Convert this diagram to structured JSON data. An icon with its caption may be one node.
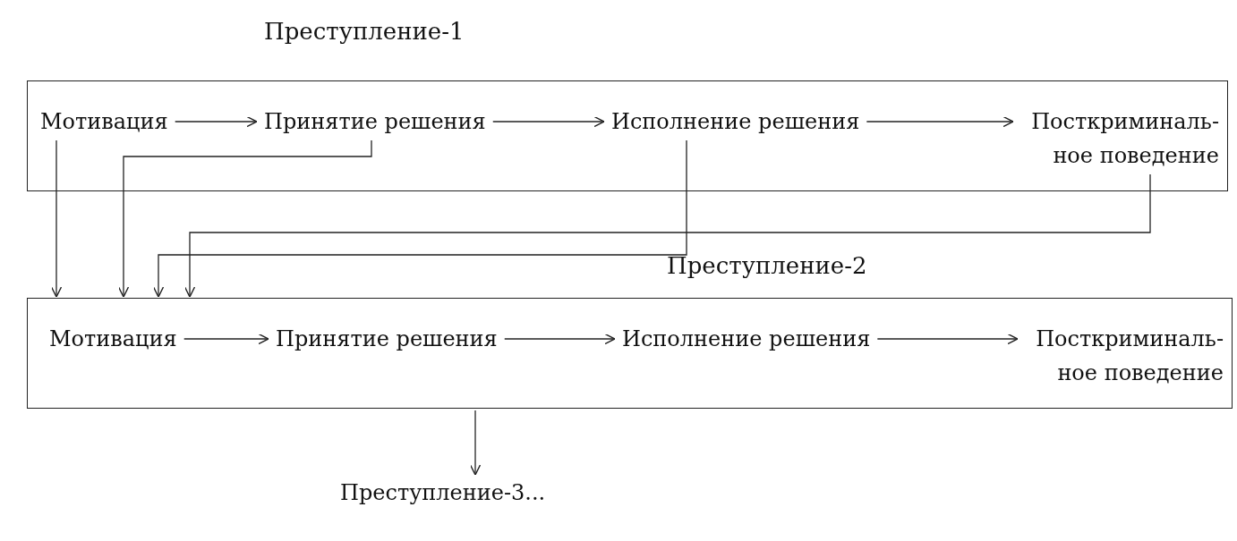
{
  "diagram": {
    "nodes": [
      {
        "text": [
          "Преступление-1"
        ]
      },
      {
        "text": [
          "Мотивация"
        ],
        "in": 0
      },
      {
        "text": [
          "Принятие решения"
        ],
        "in": 0
      },
      {
        "text": [
          "Исполнение решения"
        ],
        "in": 0
      },
      {
        "text": [
          "Посткриминаль- ное поведение"
        ],
        "in": 0
      },
      {
        "text": [
          "Преступление-2"
        ]
      },
      {
        "text": [
          "Мотивация"
        ],
        "in": 5
      },
      {
        "text": [
          "Принятие решения"
        ],
        "in": 5
      },
      {
        "text": [
          "Исполнение решения"
        ],
        "in": 5
      },
      {
        "text": [
          "Посткриминаль- ное поведение"
        ],
        "in": 5
      },
      {
        "text": [
          "Преступление-3..."
        ]
      }
    ],
    "edges": [
      {
        "from": 1,
        "to": 2,
        "arrow": "to"
      },
      {
        "from": 2,
        "to": 3,
        "arrow": "to"
      },
      {
        "from": 3,
        "to": 4,
        "arrow": "to"
      },
      {
        "from": 6,
        "to": 7,
        "arrow": "to"
      },
      {
        "from": 7,
        "to": 8,
        "arrow": "to"
      },
      {
        "from": 8,
        "to": 9,
        "arrow": "to"
      },
      {
        "from": 1,
        "to": 5,
        "arrow": "to"
      },
      {
        "from": 2,
        "to": 5,
        "arrow": "to"
      },
      {
        "from": 3,
        "to": 5,
        "arrow": "to"
      },
      {
        "from": 4,
        "to": 5,
        "arrow": "to"
      },
      {
        "from": 5,
        "to": 10,
        "arrow": "to"
      }
    ]
  }
}
